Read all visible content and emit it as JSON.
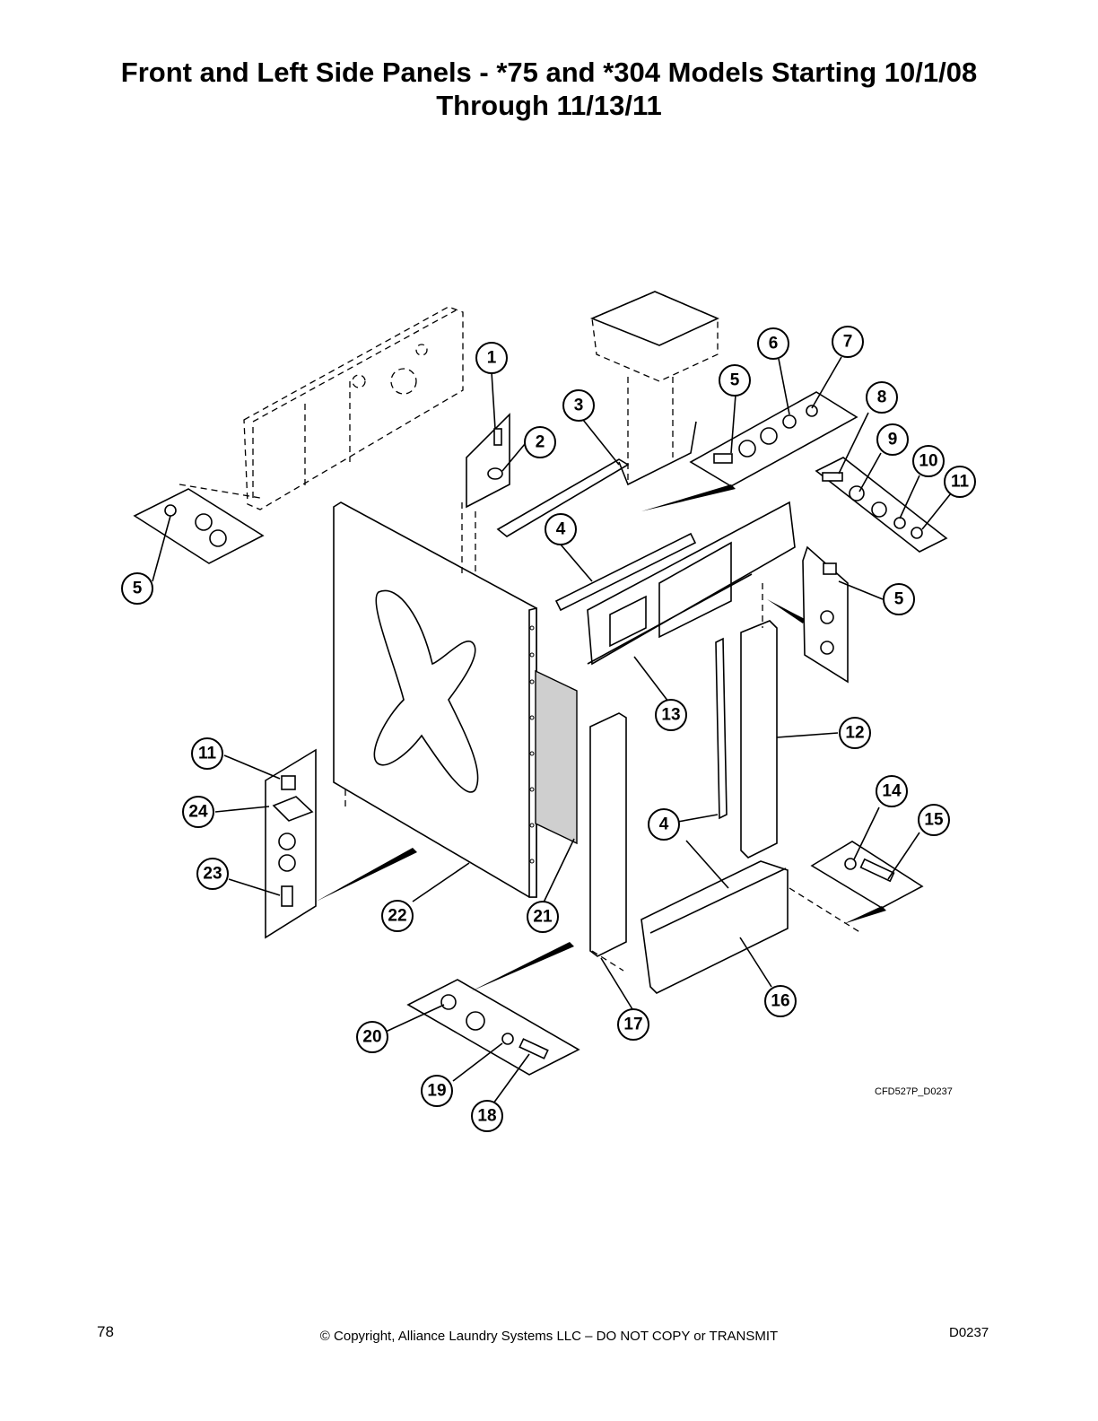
{
  "page": {
    "title_line1": "Front and Left Side Panels - *75 and *304 Models Starting 10/1/08",
    "title_line2": "Through 11/13/11",
    "page_number": "78",
    "copyright": "© Copyright, Alliance Laundry Systems LLC – DO NOT COPY or TRANSMIT",
    "doc_id": "D0237",
    "drawing_code": "CFD527P_D0237"
  },
  "callouts": [
    "1",
    "2",
    "3",
    "4",
    "5",
    "6",
    "7",
    "8",
    "9",
    "10",
    "11",
    "12",
    "13",
    "14",
    "15",
    "16",
    "17",
    "18",
    "19",
    "20",
    "21",
    "22",
    "23",
    "24"
  ]
}
